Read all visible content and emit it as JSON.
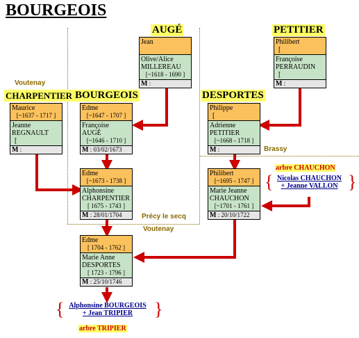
{
  "title": "BOURGEOIS",
  "families": {
    "auge": "AUGÉ",
    "petitier": "PETITIER",
    "charpentier": "CHARPENTIER",
    "bourgeois": "BOURGEOIS",
    "desportes": "DESPORTES"
  },
  "places": {
    "voutenay_left": "Voutenay",
    "brassy": "Brassy",
    "precy": "Précy le secq",
    "voutenay_mid": "Voutenay"
  },
  "couples": {
    "auge": {
      "husband": [
        "Jean"
      ],
      "wife": [
        "Olive/Alice",
        "MILLEREAU"
      ],
      "wife_dates": "[~1618 - 1690 ]",
      "marriage_label": "M",
      "marriage": ":"
    },
    "petitier": {
      "husband": [
        "Philibert",
        "["
      ],
      "wife": [
        "Françoise",
        "PERRAUDIN"
      ],
      "wife_dates": "[",
      "marriage_label": "M",
      "marriage": ":"
    },
    "charpentier": {
      "husband": [
        "Maurice"
      ],
      "husband_dates": "[~1637 - 1717 ]",
      "wife": [
        "Jeanne",
        "REGNAULT"
      ],
      "wife_dates": "[",
      "marriage_label": "M",
      "marriage": ":"
    },
    "bourgeois1": {
      "husband": [
        "Edme"
      ],
      "husband_dates": "[~1647 - 1707 ]",
      "wife": [
        "Françoise",
        "AUGÉ"
      ],
      "wife_dates": "[~1646 - 1710 ]",
      "marriage_label": "M",
      "marriage": ": 03/02/1673"
    },
    "desportes1": {
      "husband": [
        "Philippe",
        "["
      ],
      "wife": [
        "Adrienne",
        "PETITIER"
      ],
      "wife_dates": "[~1668 - 1718 ]",
      "marriage_label": "M",
      "marriage": ":"
    },
    "bourgeois2": {
      "husband": [
        "Edme"
      ],
      "husband_dates": "[~1673 - 1738 ]",
      "wife": [
        "Alphonsine",
        "CHARPENTIER"
      ],
      "wife_dates": "[ 1675 - 1743 ]",
      "marriage_label": "M",
      "marriage": ": 28/01/1704"
    },
    "desportes2": {
      "husband": [
        "Philibert"
      ],
      "husband_dates": "[~1695 - 1747 ]",
      "wife": [
        "Marie Jeanne",
        "CHAUCHON"
      ],
      "wife_dates": "[~1701 - 1761 ]",
      "marriage_label": "M",
      "marriage": ": 20/10/1722"
    },
    "bourgeois3": {
      "husband": [
        "Edme"
      ],
      "husband_dates": "[ 1704 - 1762 ]",
      "wife": [
        "Marie Anne",
        "DESPORTES"
      ],
      "wife_dates": "[ 1723 - 1796 ]",
      "marriage_label": "M",
      "marriage": ": 25/10/1746"
    }
  },
  "chauchon": {
    "arbre": "arbre CHAUCHON",
    "link1": "Nicolas CHAUCHON",
    "link2": "+ Jeanne VALLON"
  },
  "descendants": {
    "link1": "Alphonsine BOURGEOIS",
    "link2": "+ Jean TRIPIER",
    "arbre": "arbre TRIPIER"
  },
  "colors": {
    "husband_bg": "#fbc15c",
    "wife_bg": "#c7e3c7",
    "marriage_bg": "#e6e6e6",
    "family_highlight": "#ffff66",
    "connector": "#cc0000",
    "place_text": "#8a6a00",
    "link_text": "#00008b"
  }
}
